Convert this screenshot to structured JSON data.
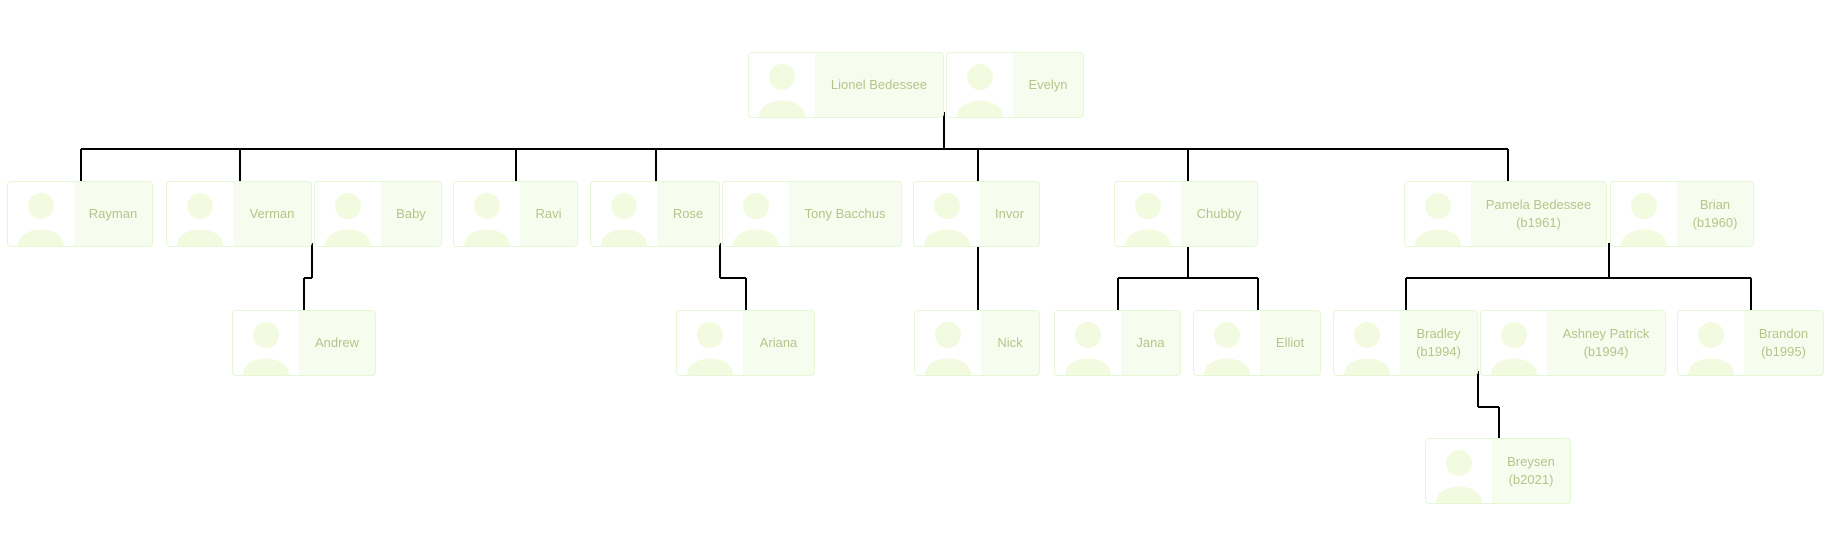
{
  "colors": {
    "card_bg": "#f6fdef",
    "card_border": "#e6f7d6",
    "text": "#b8c38a",
    "avatar": "#f2fbdf",
    "line": "#000000"
  },
  "people": {
    "lionel": {
      "name": "Lionel Bedessee",
      "sub": ""
    },
    "evelyn": {
      "name": "Evelyn",
      "sub": ""
    },
    "rayman": {
      "name": "Rayman",
      "sub": ""
    },
    "verman": {
      "name": "Verman",
      "sub": ""
    },
    "baby": {
      "name": "Baby",
      "sub": ""
    },
    "ravi": {
      "name": "Ravi",
      "sub": ""
    },
    "rose": {
      "name": "Rose",
      "sub": ""
    },
    "tony": {
      "name": "Tony Bacchus",
      "sub": ""
    },
    "invor": {
      "name": "Invor",
      "sub": ""
    },
    "chubby": {
      "name": "Chubby",
      "sub": ""
    },
    "pamela": {
      "name": "Pamela Bedessee",
      "sub": "(b1961)"
    },
    "brian": {
      "name": "Brian",
      "sub": "(b1960)"
    },
    "andrew": {
      "name": "Andrew",
      "sub": ""
    },
    "ariana": {
      "name": "Ariana",
      "sub": ""
    },
    "nick": {
      "name": "Nick",
      "sub": ""
    },
    "jana": {
      "name": "Jana",
      "sub": ""
    },
    "elliot": {
      "name": "Elliot",
      "sub": ""
    },
    "bradley": {
      "name": "Bradley",
      "sub": "(b1994)"
    },
    "ashney": {
      "name": "Ashney Patrick",
      "sub": "(b1994)"
    },
    "brandon": {
      "name": "Brandon",
      "sub": "(b1995)"
    },
    "breysen": {
      "name": "Breysen",
      "sub": "(b2021)"
    }
  }
}
